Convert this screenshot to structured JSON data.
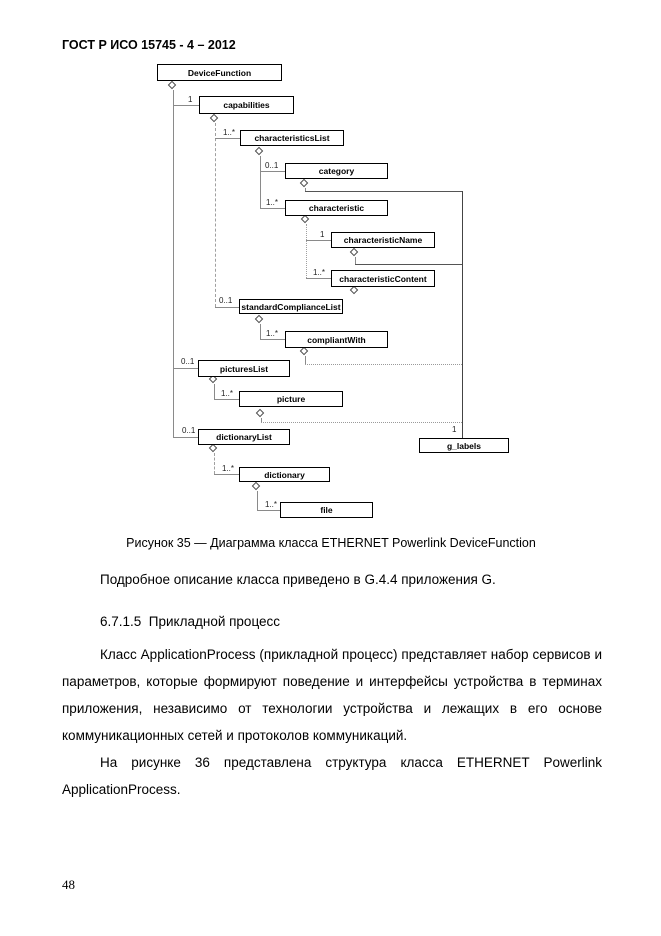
{
  "page": {
    "header": "ГОСТ Р ИСО 15745 - 4 – 2012",
    "page_number": "48"
  },
  "figure": {
    "caption": "Рисунок 35 — Диаграмма класса ETHERNET Powerlink DeviceFunction"
  },
  "diagram": {
    "nodes": {
      "deviceFunction": "DeviceFunction",
      "capabilities": "capabilities",
      "characteristicsList": "characteristicsList",
      "category": "category",
      "characteristic": "characteristic",
      "characteristicName": "characteristicName",
      "characteristicContent": "characteristicContent",
      "standardComplianceList": "standardComplianceList",
      "compliantWith": "compliantWith",
      "picturesList": "picturesList",
      "picture": "picture",
      "dictionaryList": "dictionaryList",
      "g_labels": "g_labels",
      "dictionary": "dictionary",
      "file": "file"
    },
    "multiplicities": {
      "capabilities": "1",
      "characteristicsList": "1..*",
      "category": "0..1",
      "characteristic": "1..*",
      "characteristicName": "1",
      "characteristicContent": "1..*",
      "standardComplianceList": "0..1",
      "compliantWith": "1..*",
      "picturesList": "0..1",
      "picture": "1..*",
      "dictionaryList": "0..1",
      "g_labels": "1",
      "dictionary": "1..*",
      "file": "1..*"
    }
  },
  "text": {
    "para_intro": "Подробное описание класса приведено в G.4.4 приложения G.",
    "section_heading": "6.7.1.5  Прикладной процесс",
    "para_main": "Класс ApplicationProcess (прикладной процесс) представляет набор сервисов и параметров, которые формируют поведение и интерфейсы устройства в терминах приложения, независимо от технологии устройства и лежащих в его основе коммуникационных сетей и протоколов коммуникаций.",
    "para_fig36": "На рисунке 36 представлена структура класса ETHERNET Powerlink ApplicationProcess."
  }
}
